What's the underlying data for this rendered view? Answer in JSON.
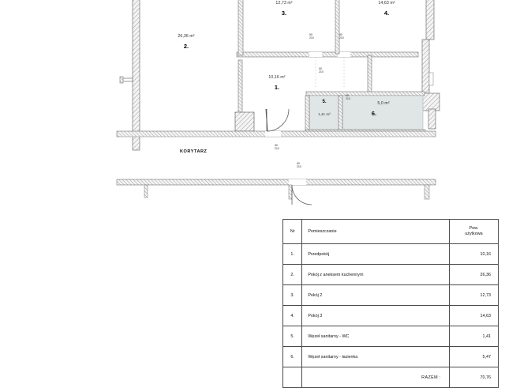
{
  "document": {
    "type": "architectural-floor-plan",
    "corridor_label": "KORYTARZ"
  },
  "plan": {
    "rooms": [
      {
        "id": "room-1",
        "number": "1.",
        "area_text": "10,16 m²",
        "name": "Przedpokój"
      },
      {
        "id": "room-2",
        "number": "2.",
        "area_text": "26,36 m²",
        "name": "Pokój z aneksem kuchennym"
      },
      {
        "id": "room-3",
        "number": "3.",
        "area_text": "12,73 m²",
        "name": "Pokój 2"
      },
      {
        "id": "room-4",
        "number": "4.",
        "area_text": "14,63 m²",
        "name": "Pokój 3"
      },
      {
        "id": "room-5",
        "number": "5.",
        "area_text": "1,41 m²",
        "name": "Węzeł sanitarny - WC"
      },
      {
        "id": "room-6",
        "number": "6.",
        "area_text": "5,0 m²",
        "name": "Węzeł sanitarny - łazienka"
      }
    ],
    "door_dimensions": [
      {
        "id": "door-dim-room3",
        "width": "90",
        "height": "210"
      },
      {
        "id": "door-dim-room4",
        "width": "90",
        "height": "210"
      },
      {
        "id": "door-dim-hall-upper",
        "width": "90",
        "height": "210"
      },
      {
        "id": "door-dim-bath",
        "width": "90",
        "height": "210"
      },
      {
        "id": "door-dim-hall-lower",
        "width": "90",
        "height": "210"
      },
      {
        "id": "door-dim-entrance",
        "width": "90",
        "height": "210"
      }
    ]
  },
  "table": {
    "header": {
      "nr": "Nr",
      "name": "Pomieszczanie",
      "area_line1": "Pow.",
      "area_line2": "użytkowa"
    },
    "rows": [
      {
        "nr": "1.",
        "name": "Przedpokój",
        "area": "10,16"
      },
      {
        "nr": "2.",
        "name": "Pokój z aneksem kuchennym",
        "area": "26,36"
      },
      {
        "nr": "3.",
        "name": "Pokój 2",
        "area": "12,73"
      },
      {
        "nr": "4.",
        "name": "Pokój 3",
        "area": "14,63"
      },
      {
        "nr": "5.",
        "name": "Węzeł sanitarny - WC",
        "area": "1,41"
      },
      {
        "nr": "6.",
        "name": "Węzeł sanitarny - łazienka",
        "area": "5,47"
      }
    ],
    "total": {
      "label": "RAZEM :",
      "area": "70,76"
    }
  },
  "colors": {
    "wall": "#8f8f8f",
    "wall_fill": "#f2f2f2",
    "bath_fill": "#dfe5e6",
    "line": "#3a3a3a",
    "text": "#111111"
  }
}
